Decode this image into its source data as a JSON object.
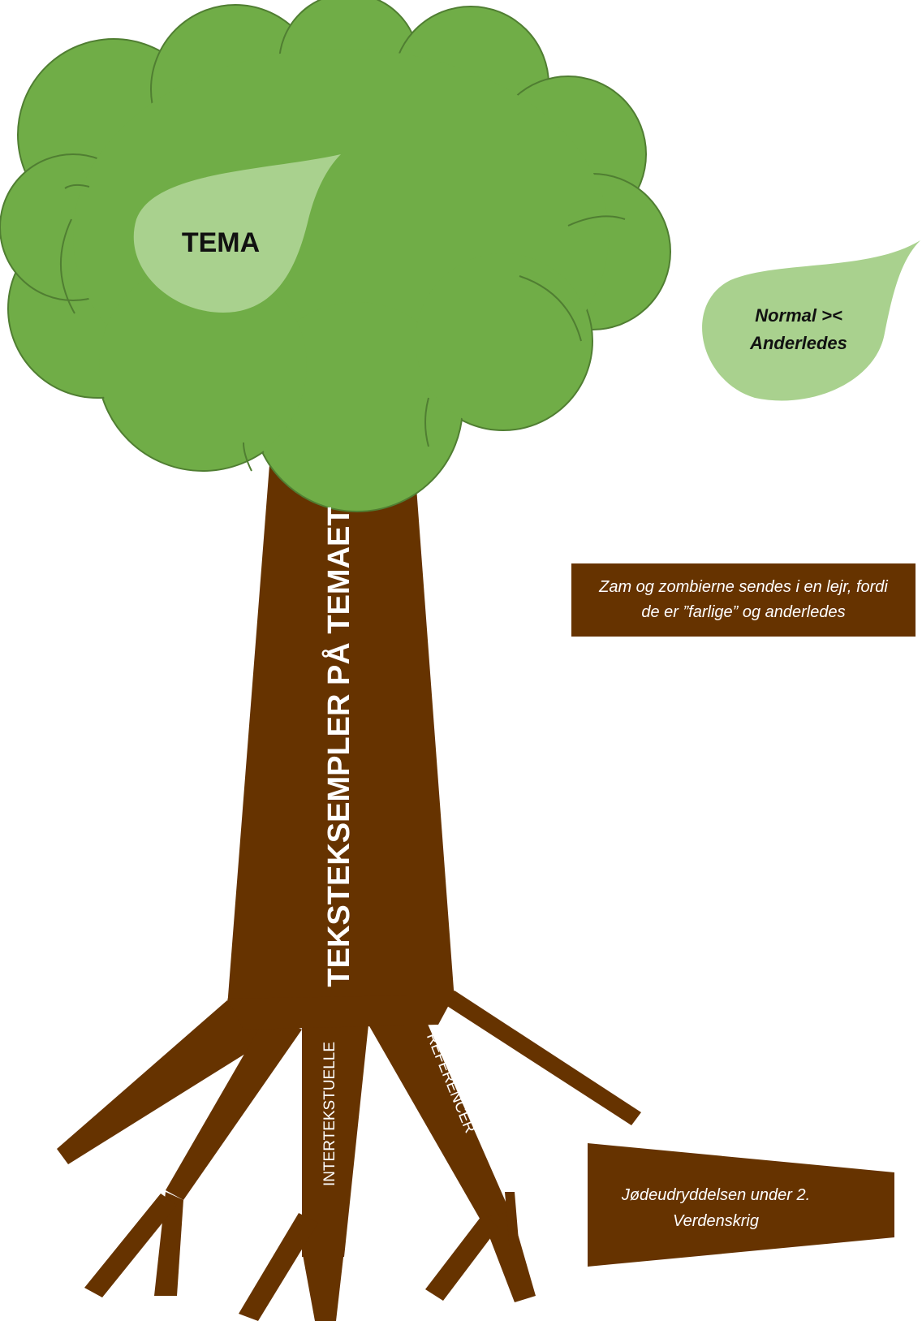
{
  "crown": {
    "label": "TEMA",
    "color": "#70ad47",
    "outline": "#507e32",
    "leaf_color": "#a9d18e"
  },
  "floating_leaf": {
    "line1": "Normal ><",
    "line2": "Anderledes"
  },
  "trunk": {
    "label": "TEKSTEKSEMPLER PÅ TEMAET",
    "color": "#663300"
  },
  "roots": {
    "left_label": "INTERTEKSTUELLE",
    "right_label": "REFERENCER"
  },
  "trunk_example_box": {
    "line1": "Zam og zombierne sendes i en lejr, fordi",
    "line2": "de er ”farlige” og anderledes"
  },
  "root_example_box": {
    "line1": "Jødeudryddelsen under 2.",
    "line2": "Verdenskrig"
  }
}
